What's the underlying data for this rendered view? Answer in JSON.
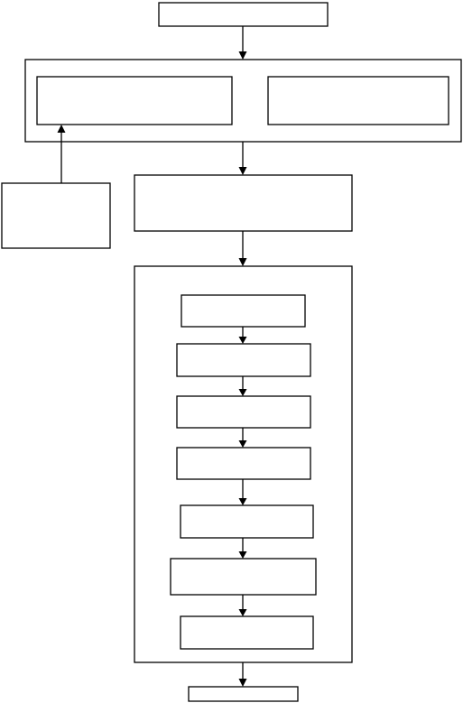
{
  "diagram": {
    "type": "flowchart",
    "line_color": "#000000",
    "background_color": "#ffffff",
    "nodes": [
      {
        "id": "top",
        "label": ""
      },
      {
        "id": "group-1",
        "label": ""
      },
      {
        "id": "group-1-left",
        "label": ""
      },
      {
        "id": "group-1-right",
        "label": ""
      },
      {
        "id": "side",
        "label": ""
      },
      {
        "id": "middle",
        "label": ""
      },
      {
        "id": "group-2",
        "label": ""
      },
      {
        "id": "step-1",
        "label": ""
      },
      {
        "id": "step-2",
        "label": ""
      },
      {
        "id": "step-3",
        "label": ""
      },
      {
        "id": "step-4",
        "label": ""
      },
      {
        "id": "step-5",
        "label": ""
      },
      {
        "id": "step-6",
        "label": ""
      },
      {
        "id": "step-7",
        "label": ""
      },
      {
        "id": "bottom",
        "label": ""
      }
    ],
    "edges": [
      {
        "from": "top",
        "to": "group-1"
      },
      {
        "from": "side",
        "to": "group-1-left"
      },
      {
        "from": "group-1",
        "to": "middle"
      },
      {
        "from": "middle",
        "to": "group-2"
      },
      {
        "from": "step-1",
        "to": "step-2"
      },
      {
        "from": "step-2",
        "to": "step-3"
      },
      {
        "from": "step-3",
        "to": "step-4"
      },
      {
        "from": "step-4",
        "to": "step-5"
      },
      {
        "from": "step-5",
        "to": "step-6"
      },
      {
        "from": "step-6",
        "to": "step-7"
      },
      {
        "from": "group-2",
        "to": "bottom"
      }
    ]
  }
}
